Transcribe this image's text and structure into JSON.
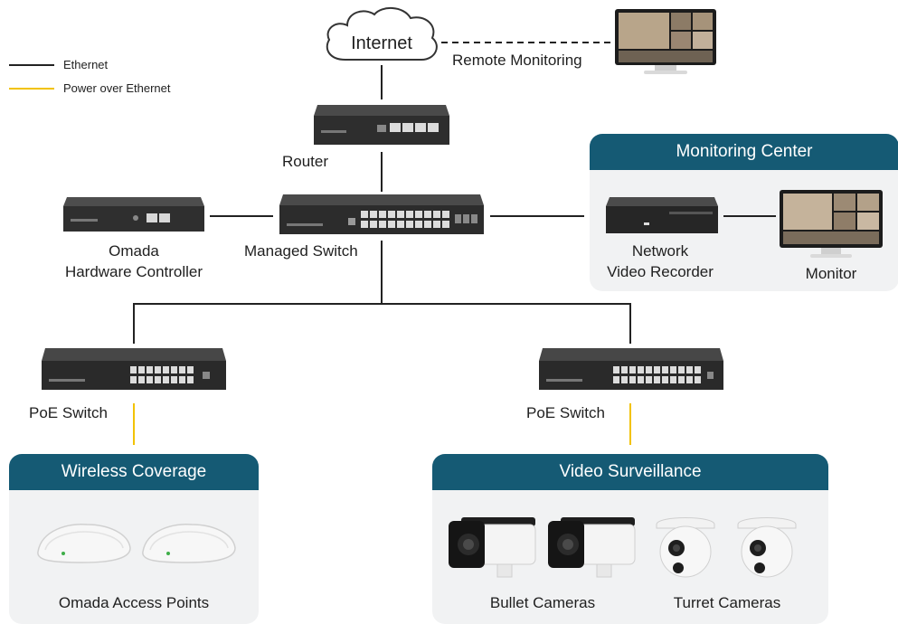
{
  "legend": {
    "items": [
      {
        "label": "Ethernet",
        "color": "#222222"
      },
      {
        "label": "Power over Ethernet",
        "color": "#f2c200"
      }
    ]
  },
  "nodes": {
    "internet": "Internet",
    "remote_monitoring": "Remote Monitoring",
    "router": "Router",
    "managed_switch": "Managed Switch",
    "controller_line1": "Omada",
    "controller_line2": "Hardware Controller",
    "nvr_line1": "Network",
    "nvr_line2": "Video Recorder",
    "monitor": "Monitor",
    "poe_switch_left": "PoE Switch",
    "poe_switch_right": "PoE Switch",
    "access_points": "Omada Access Points",
    "bullet_cameras": "Bullet Cameras",
    "turret_cameras": "Turret Cameras"
  },
  "panels": {
    "monitoring_center": "Monitoring Center",
    "wireless_coverage": "Wireless Coverage",
    "video_surveillance": "Video Surveillance"
  },
  "colors": {
    "panel_header": "#155a74",
    "panel_body": "#f1f2f3",
    "ethernet": "#222222",
    "poe": "#f2c200"
  }
}
